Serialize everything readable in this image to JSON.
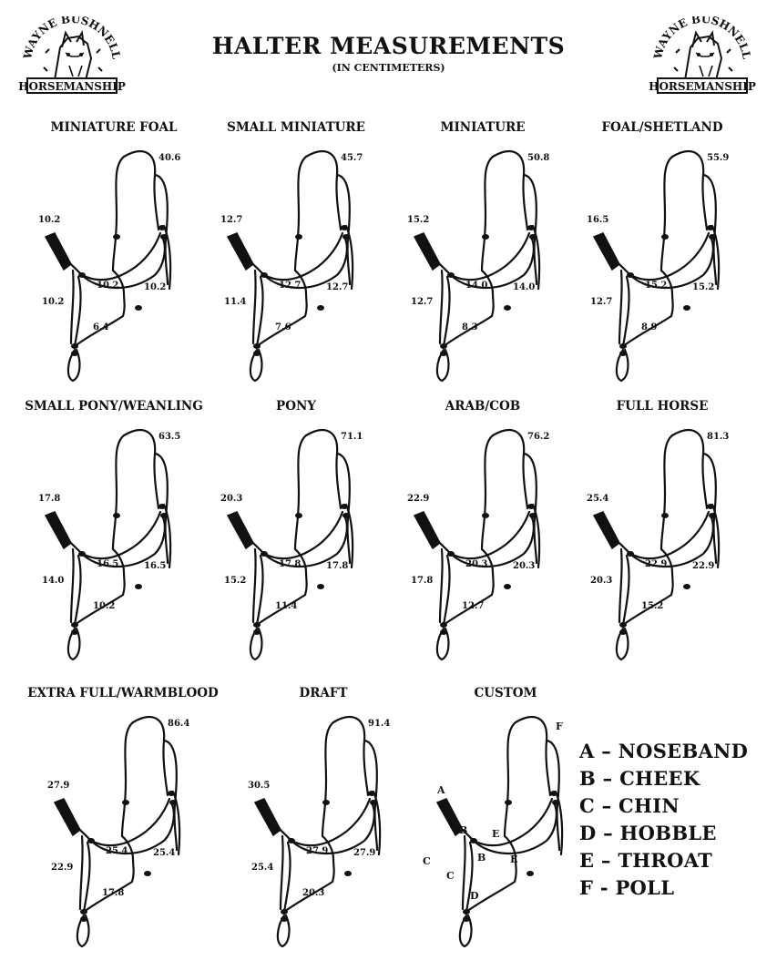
{
  "brand": {
    "line1": "WAYNE BUSHNELL",
    "line2": "HORSEMANSHIP"
  },
  "header": {
    "title": "HALTER MEASUREMENTS",
    "subtitle": "(IN CENTIMETERS)"
  },
  "halters": [
    {
      "name": "MINIATURE FOAL",
      "poll": "40.6",
      "noseband": "10.2",
      "cheek_left": "10.2",
      "throat_left": "10.2",
      "throat_right": "10.2",
      "hobble": "6.4"
    },
    {
      "name": "SMALL MINIATURE",
      "poll": "45.7",
      "noseband": "12.7",
      "cheek_left": "11.4",
      "throat_left": "12.7",
      "throat_right": "12.7",
      "hobble": "7.6"
    },
    {
      "name": "MINIATURE",
      "poll": "50.8",
      "noseband": "15.2",
      "cheek_left": "12.7",
      "throat_left": "14.0",
      "throat_right": "14.0",
      "hobble": "8.3"
    },
    {
      "name": "FOAL/SHETLAND",
      "poll": "55.9",
      "noseband": "16.5",
      "cheek_left": "12.7",
      "throat_left": "15.2",
      "throat_right": "15.2",
      "hobble": "8.9"
    },
    {
      "name": "SMALL PONY/WEANLING",
      "poll": "63.5",
      "noseband": "17.8",
      "cheek_left": "14.0",
      "throat_left": "16.5",
      "throat_right": "16.5",
      "hobble": "10.2"
    },
    {
      "name": "PONY",
      "poll": "71.1",
      "noseband": "20.3",
      "cheek_left": "15.2",
      "throat_left": "17.8",
      "throat_right": "17.8",
      "hobble": "11.4"
    },
    {
      "name": "ARAB/COB",
      "poll": "76.2",
      "noseband": "22.9",
      "cheek_left": "17.8",
      "throat_left": "20.3",
      "throat_right": "20.3",
      "hobble": "12.7"
    },
    {
      "name": "FULL HORSE",
      "poll": "81.3",
      "noseband": "25.4",
      "cheek_left": "20.3",
      "throat_left": "22.9",
      "throat_right": "22.9",
      "hobble": "15.2"
    },
    {
      "name": "EXTRA FULL/WARMBLOOD",
      "poll": "86.4",
      "noseband": "27.9",
      "cheek_left": "22.9",
      "throat_left": "25.4",
      "throat_right": "25.4",
      "hobble": "17.8"
    },
    {
      "name": "DRAFT",
      "poll": "91.4",
      "noseband": "30.5",
      "cheek_left": "25.4",
      "throat_left": "27.9",
      "throat_right": "27.9",
      "hobble": "20.3"
    }
  ],
  "custom": {
    "name": "CUSTOM",
    "poll": "F",
    "noseband": "A",
    "cheek_left": "C",
    "cheek_inner": "C",
    "cheek_upper": "B",
    "cheek_mid": "B",
    "throat_upper": "E",
    "throat_right": "E",
    "hobble": "D"
  },
  "legend": [
    "A – NOSEBAND",
    "B – CHEEK",
    "C – CHIN",
    "D – HOBBLE",
    "E – THROAT",
    "F - POLL"
  ],
  "colors": {
    "ink": "#111111",
    "background": "#ffffff"
  }
}
